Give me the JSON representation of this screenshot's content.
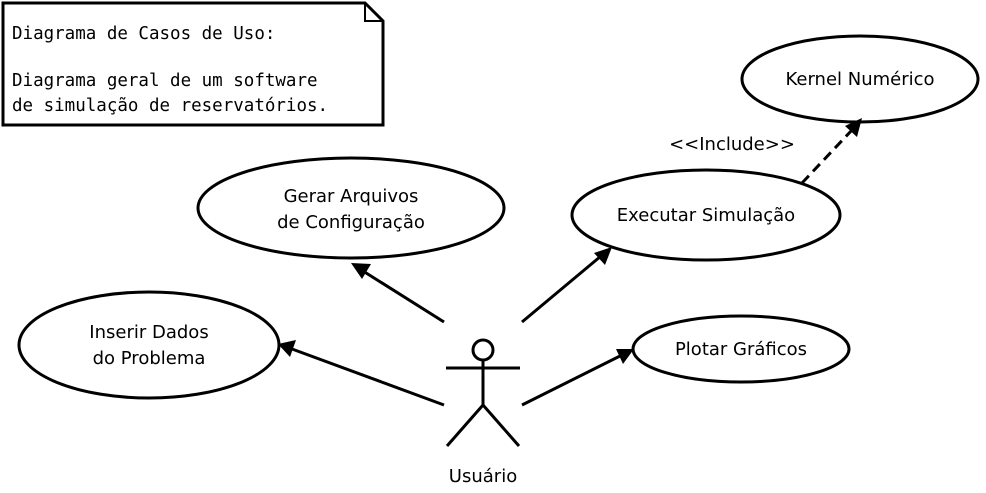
{
  "note": {
    "line1": "Diagrama de Casos de Uso:",
    "line2": "Diagrama geral de um software",
    "line3": "de simulação de reservatórios."
  },
  "actor": {
    "name": "Usuário"
  },
  "use_cases": {
    "kernel": "Kernel Numérico",
    "gerar_line1": "Gerar Arquivos",
    "gerar_line2": "de Configuração",
    "executar": "Executar Simulação",
    "inserir_line1": "Inserir Dados",
    "inserir_line2": "do Problema",
    "plotar": "Plotar Gráficos"
  },
  "relations": {
    "include_label": "<<Include>>"
  },
  "colors": {
    "stroke": "#000000",
    "fill": "#ffffff"
  }
}
